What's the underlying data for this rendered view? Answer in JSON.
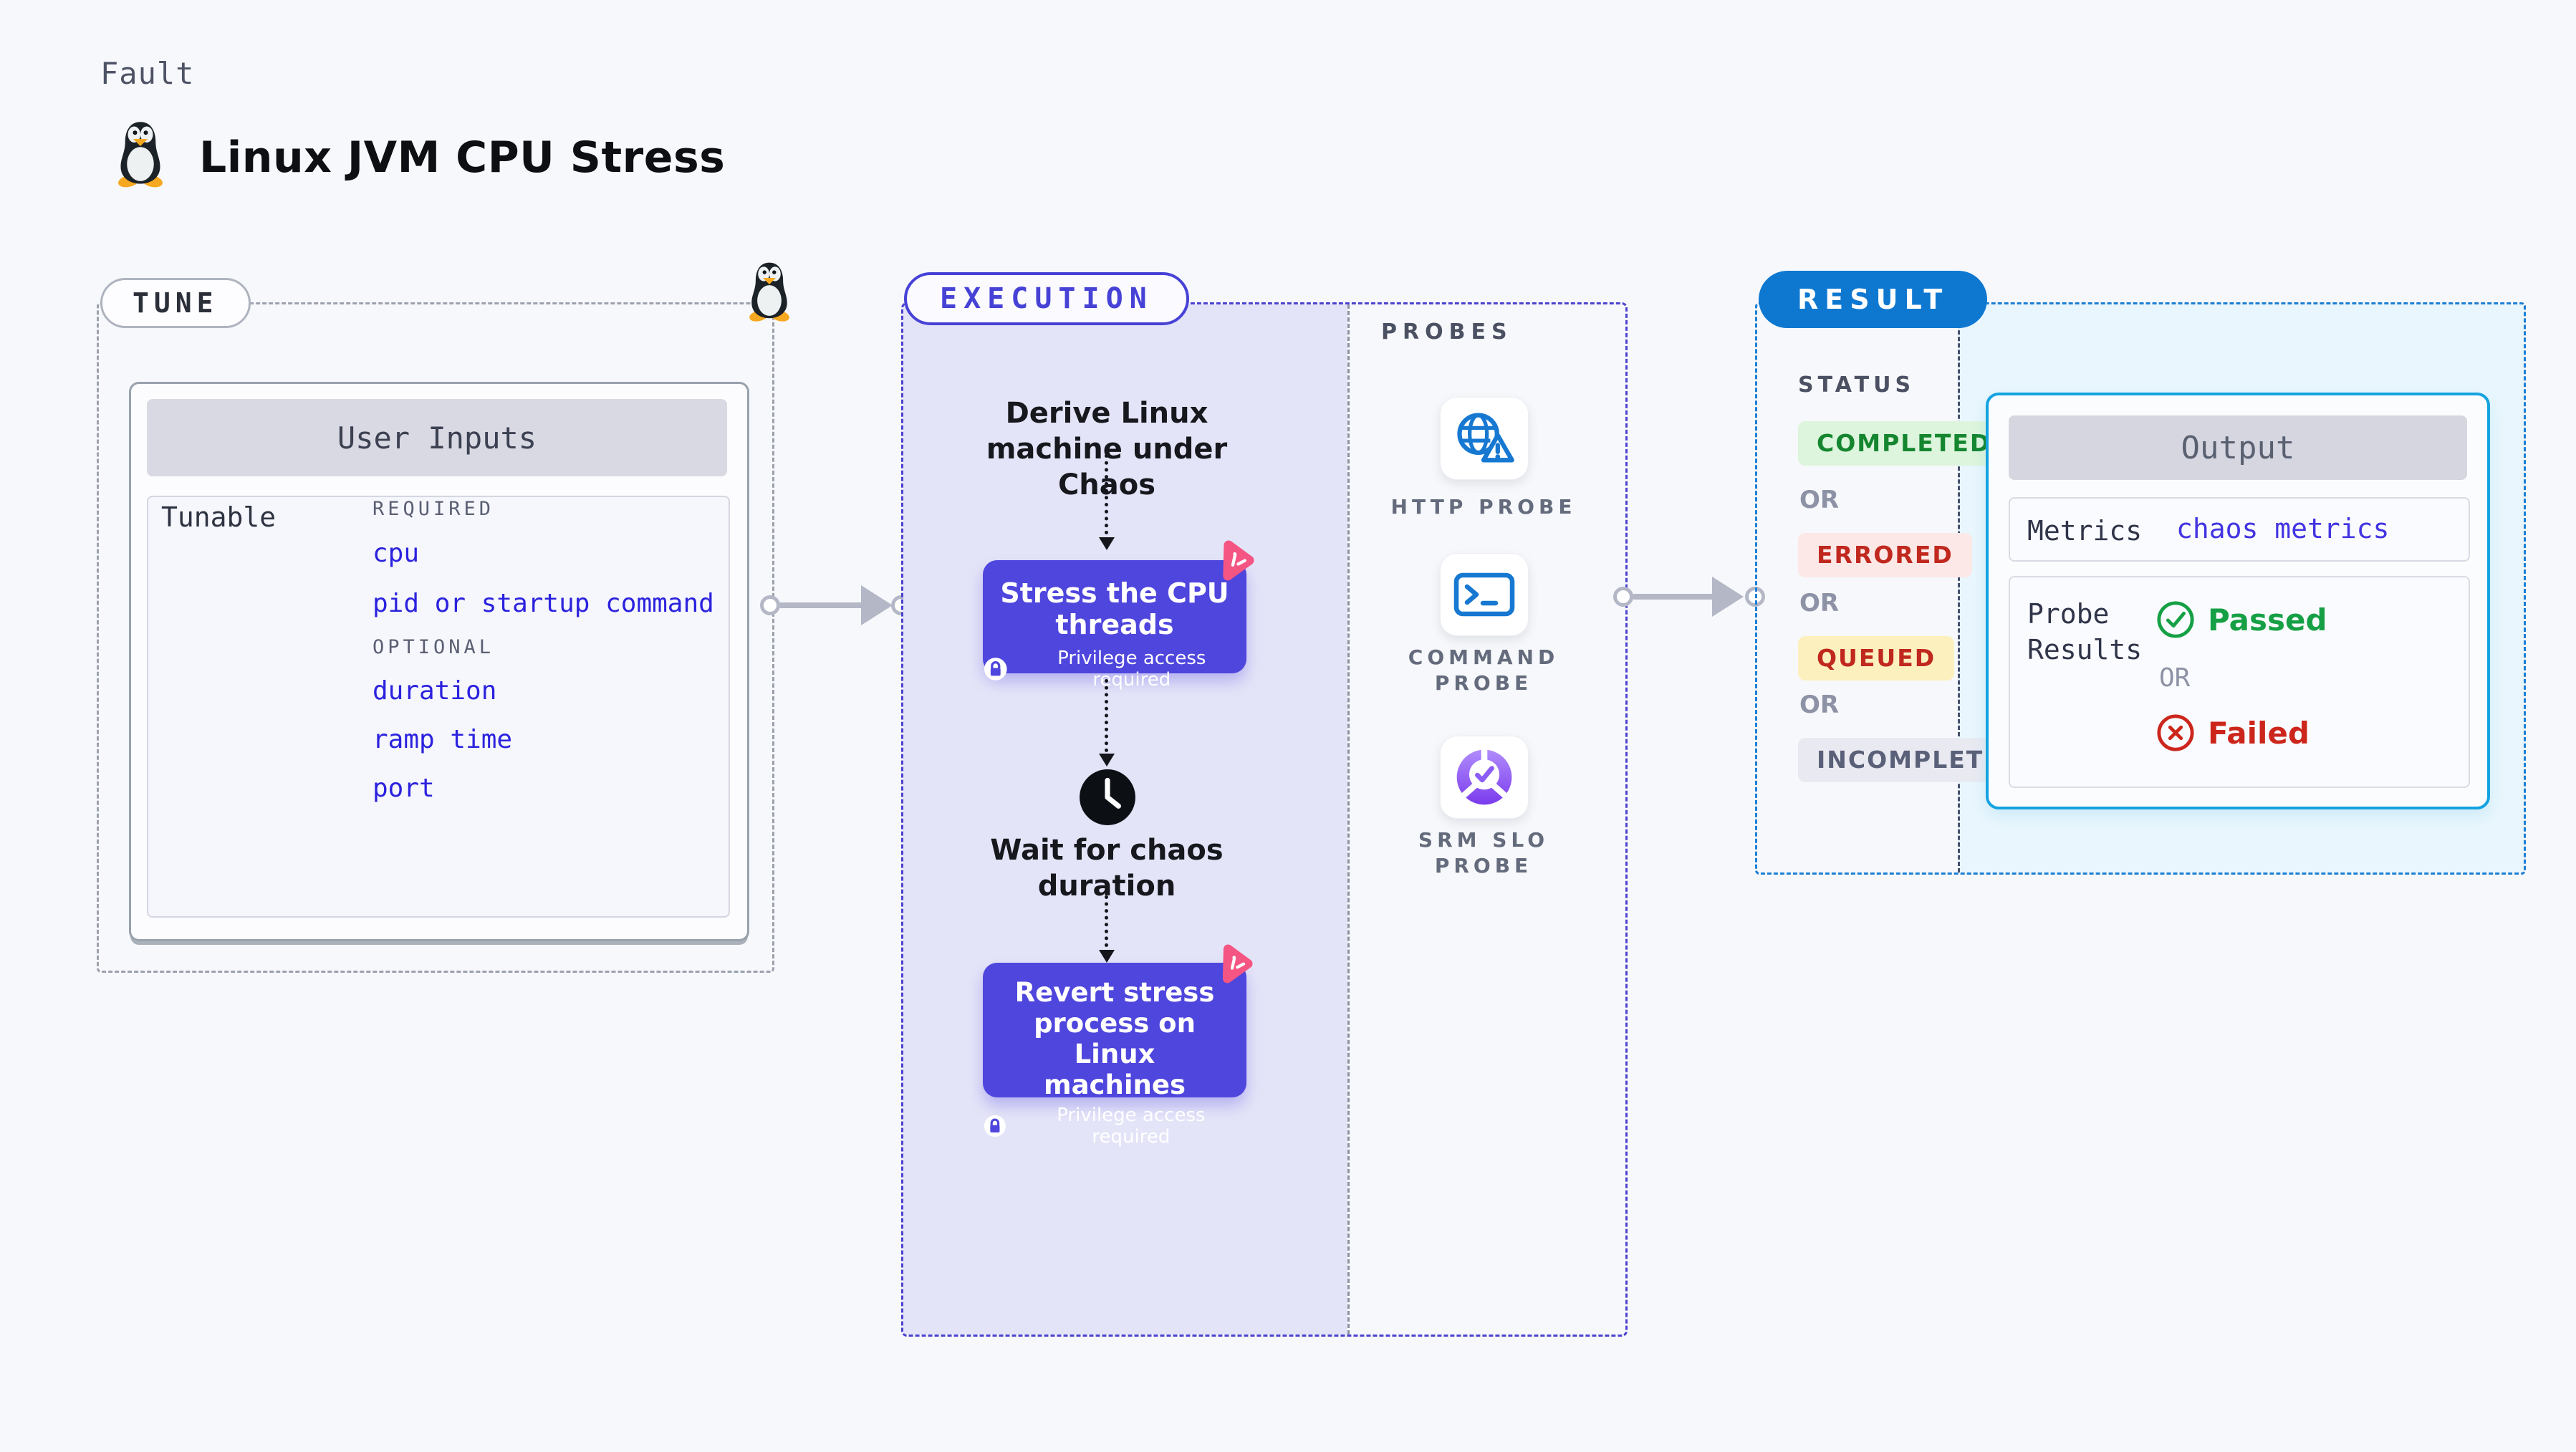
{
  "page": {
    "kind_label": "Fault",
    "title": "Linux JVM CPU Stress"
  },
  "tune": {
    "badge": "TUNE",
    "card_title": "User Inputs",
    "row_label": "Tunable",
    "required_label": "REQUIRED",
    "required_items": [
      "cpu",
      "pid or startup command"
    ],
    "optional_label": "OPTIONAL",
    "optional_items": [
      "duration",
      "ramp time",
      "port"
    ]
  },
  "execution": {
    "badge": "EXECUTION",
    "step_derive": "Derive Linux machine under Chaos",
    "step_stress": {
      "title": "Stress the CPU threads",
      "note": "Privilege access required"
    },
    "step_wait": "Wait for chaos duration",
    "step_revert": {
      "title": "Revert stress process on Linux machines",
      "note": "Privilege access required"
    }
  },
  "probes": {
    "label": "PROBES",
    "items": [
      {
        "name": "HTTP PROBE",
        "icon": "globe-alert-icon"
      },
      {
        "name": "COMMAND PROBE",
        "icon": "terminal-icon"
      },
      {
        "name": "SRM SLO PROBE",
        "icon": "slo-pie-check-icon"
      }
    ]
  },
  "result": {
    "badge": "RESULT",
    "status_label": "STATUS",
    "or_label": "OR",
    "statuses": [
      {
        "label": "COMPLETED",
        "type": "success"
      },
      {
        "label": "ERRORED",
        "type": "error"
      },
      {
        "label": "QUEUED",
        "type": "warning"
      },
      {
        "label": "INCOMPLETED",
        "type": "neutral"
      }
    ],
    "output": {
      "title": "Output",
      "metrics_label": "Metrics",
      "metrics_value": "chaos metrics",
      "probe_results_label": "Probe Results",
      "or_label": "OR",
      "passed_label": "Passed",
      "failed_label": "Failed"
    }
  },
  "colors": {
    "page_bg": "#f7f8fb",
    "accent_indigo": "#4f46dd",
    "execution_panel_bg": "#e4e4f8",
    "link_blue": "#2b22de",
    "result_blue": "#0e78d1",
    "output_border_blue": "#15a3e0",
    "output_panel_bg": "#e9f6fd",
    "probe_icon_blue": "#1778d2",
    "success_green": "#16a045",
    "error_red": "#cc261c",
    "queued_bg": "#fcf0bf",
    "chaos_pink": "#f45583"
  }
}
